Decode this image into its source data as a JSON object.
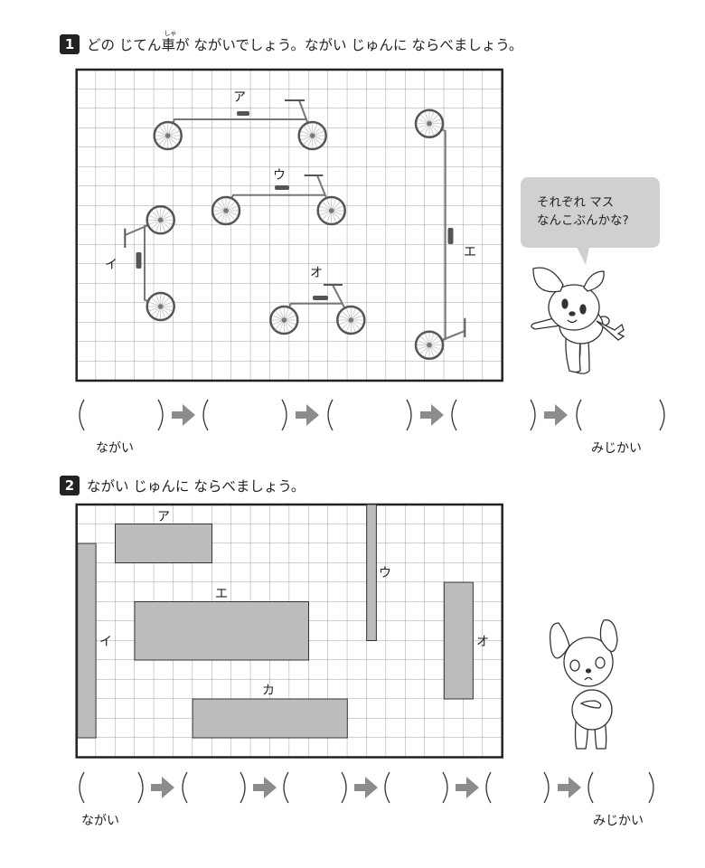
{
  "q1": {
    "number": "1",
    "text_a": "どの じてん",
    "kanji": "車",
    "furigana": "しゃ",
    "text_b": "が ながいでしょう。ながい じゅんに ならべましょう。",
    "labels": {
      "a": "ア",
      "i": "イ",
      "u": "ウ",
      "e": "エ",
      "o": "オ"
    },
    "bubble_line1": "それぞれ マス",
    "bubble_line2": "なんこぶんかな?",
    "answer_start_label": "ながい",
    "answer_end_label": "みじかい"
  },
  "q2": {
    "number": "2",
    "text": "ながい じゅんに ならべましょう。",
    "labels": {
      "a": "ア",
      "i": "イ",
      "u": "ウ",
      "e": "エ",
      "o": "オ",
      "ka": "カ"
    },
    "answer_start_label": "ながい",
    "answer_end_label": "みじかい"
  },
  "colors": {
    "grid": "#9a9a9a",
    "shape": "#bcbcbd",
    "arrow": "#8c8c8c",
    "bubble": "#d0d0d0"
  }
}
